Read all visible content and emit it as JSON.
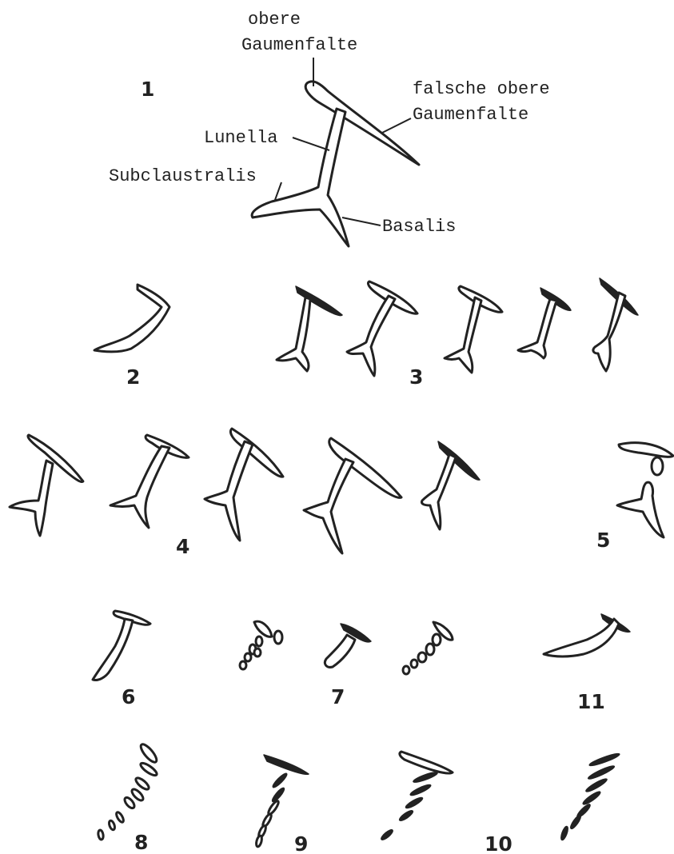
{
  "labels": {
    "obere_1": "obere",
    "obere_2": "Gaumenfalte",
    "falsche_1": "falsche obere",
    "falsche_2": "Gaumenfalte",
    "lunella": "Lunella",
    "subclaustralis": "Subclaustralis",
    "basalis": "Basalis"
  },
  "figure_numbers": [
    "1",
    "2",
    "3",
    "4",
    "5",
    "6",
    "7",
    "11",
    "8",
    "9",
    "10"
  ]
}
